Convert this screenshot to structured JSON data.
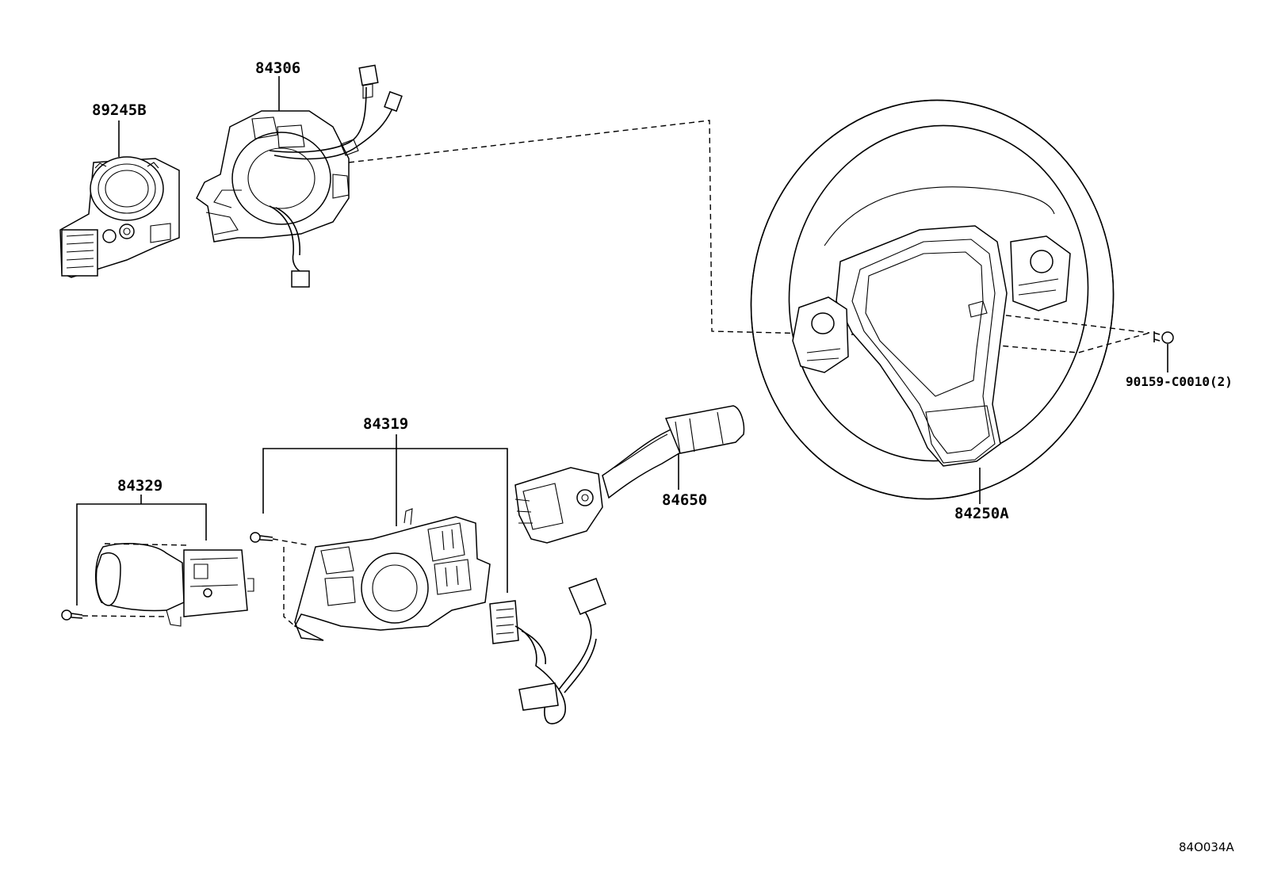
{
  "labels": {
    "spiral_sensor": "89245B",
    "spiral_cable": "84306",
    "steering_wheel": "84250A",
    "bolt": "90159-C0010(2)",
    "switch_assembly": "84319",
    "turn_switch": "84329",
    "wiper_switch": "84650"
  },
  "figure_ref": "84O034A"
}
